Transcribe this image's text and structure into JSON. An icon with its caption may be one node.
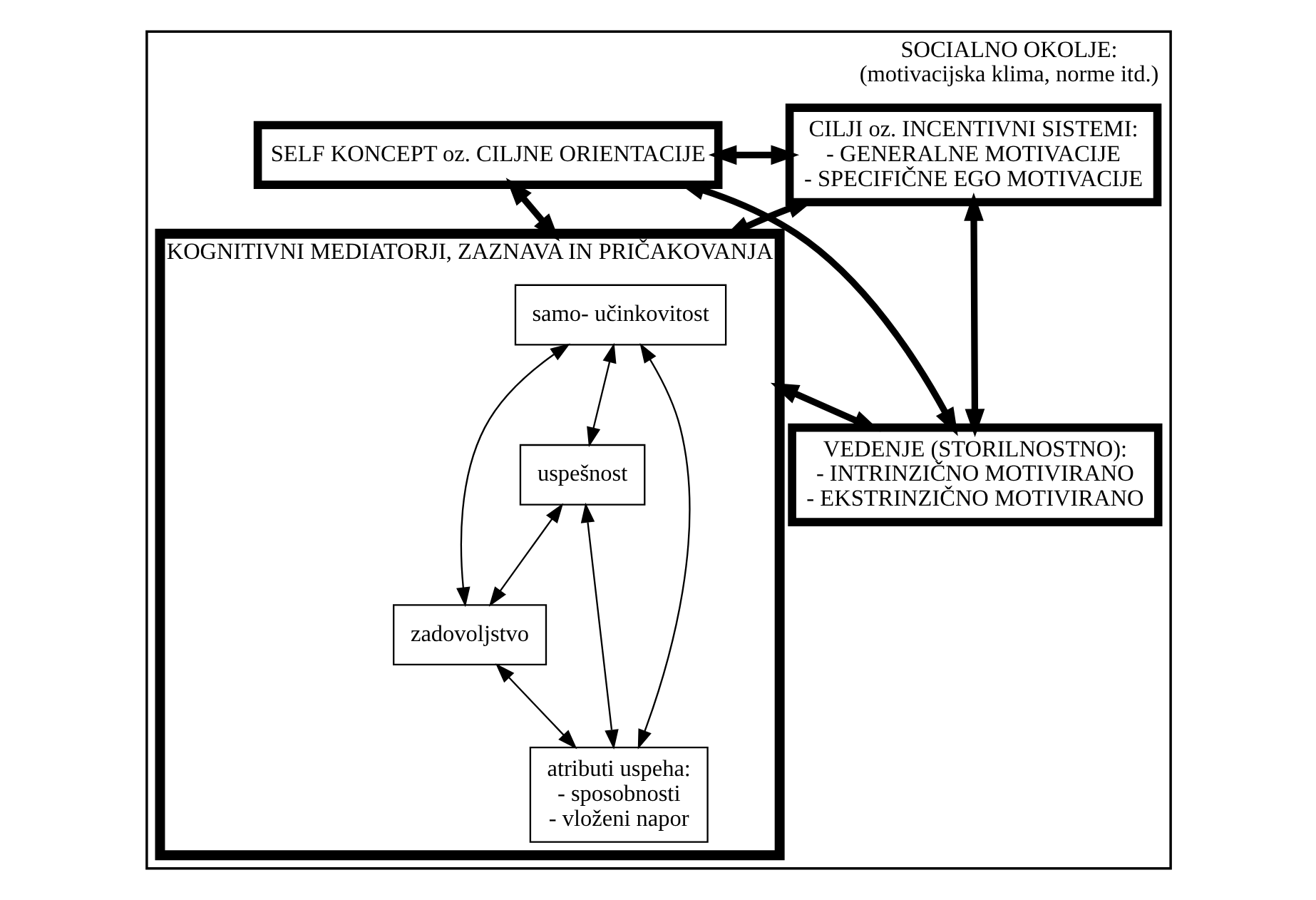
{
  "diagram": {
    "nodes": [
      {
        "text": [
          "SOCIALNO OKOLJE:",
          "(motivacijska klima, norme itd.)"
        ]
      },
      {
        "text": [
          "SELF KONCEPT oz. CILJNE ORIENTACIJE"
        ],
        "in": 0
      },
      {
        "text": [
          "CILJI oz. INCENTIVNI SISTEMI:",
          "- GENERALNE MOTIVACIJE",
          "- SPECIFIČNE EGO MOTIVACIJE"
        ],
        "in": 0
      },
      {
        "text": [
          "KOGNITIVNI MEDIATORJI, ZAZNAVA IN PRIČAKOVANJA"
        ],
        "in": 0
      },
      {
        "text": [
          "samo- učinkovitost"
        ],
        "in": 3
      },
      {
        "text": [
          "uspešnost"
        ],
        "in": 3
      },
      {
        "text": [
          "atributi uspeha:",
          "- sposobnosti",
          "- vloženi napor"
        ],
        "in": 3
      },
      {
        "text": [
          "zadovoljstvo"
        ],
        "in": 3
      },
      {
        "text": [
          "VEDENJE (STORILNOSTNO):",
          "- INTRINZIČNO MOTIVIRANO",
          "- EKSTRINZIČNO MOTIVIRANO"
        ],
        "in": 0
      }
    ],
    "edges": [
      {
        "from": 1,
        "to": 2,
        "arrow": "both",
        "style": "thick"
      },
      {
        "from": 1,
        "to": 3,
        "arrow": "both",
        "style": "thick"
      },
      {
        "from": 2,
        "to": 8,
        "arrow": "both",
        "style": "thick"
      },
      {
        "from": 2,
        "to": 3,
        "arrow": "both",
        "style": "thick"
      },
      {
        "from": 1,
        "to": 8,
        "arrow": "both",
        "style": "thick"
      },
      {
        "from": 3,
        "to": 8,
        "arrow": "both",
        "style": "thick"
      },
      {
        "from": 4,
        "to": 5,
        "arrow": "both"
      },
      {
        "from": 4,
        "to": 7,
        "arrow": "both"
      },
      {
        "from": 4,
        "to": 6,
        "arrow": "both"
      },
      {
        "from": 5,
        "to": 7,
        "arrow": "both"
      },
      {
        "from": 5,
        "to": 6,
        "arrow": "both"
      },
      {
        "from": 7,
        "to": 6,
        "arrow": "both"
      }
    ]
  }
}
